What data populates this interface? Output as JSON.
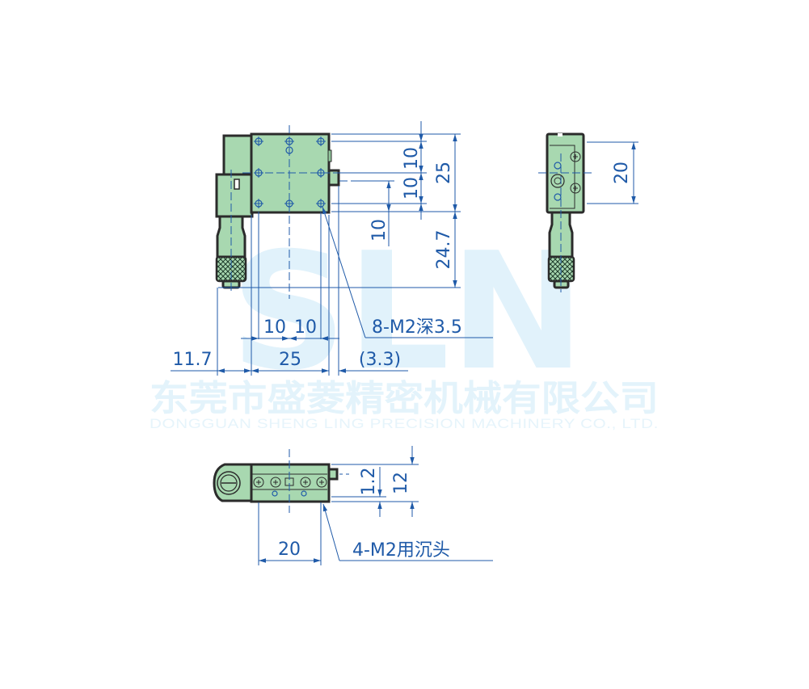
{
  "watermark": {
    "logo": "SLN",
    "company_cn": "东莞市盛菱精密机械有限公司",
    "company_en": "DONGGUAN SHENG LING PRECISION MACHINERY CO., LTD."
  },
  "colors": {
    "body_fill": "#a8d8b0",
    "outline": "#2b2b2b",
    "dimension": "#1f5aa8",
    "watermark": "#e1f2fb"
  },
  "top_view": {
    "dims": {
      "v_10a": "10",
      "v_10b": "10",
      "v_10c": "10",
      "v_25": "25",
      "v_24_7": "24.7",
      "h_10a": "10",
      "h_10b": "10",
      "h_11_7": "11.7",
      "h_25": "25",
      "h_3_3": "(3.3)"
    },
    "callout": "8-M2深3.5"
  },
  "side_view": {
    "dims": {
      "v_20": "20"
    }
  },
  "front_view": {
    "dims": {
      "v_1_2": "1.2",
      "v_12": "12",
      "h_20": "20"
    },
    "callout": "4-M2用沉头"
  }
}
